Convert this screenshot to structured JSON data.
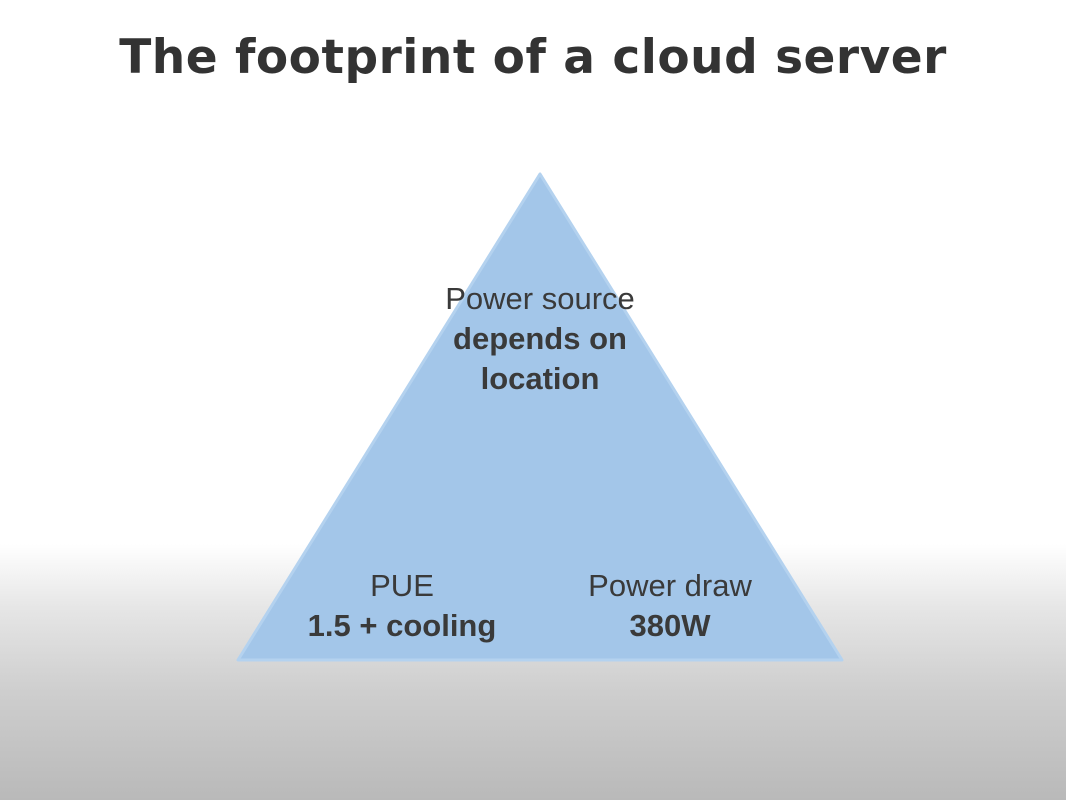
{
  "slide": {
    "title": "The footprint of a cloud server"
  },
  "pyramid": {
    "color": "#a3c6e9",
    "top": {
      "name": "Power source",
      "value": "depends on location"
    },
    "bottom_left": {
      "name": "PUE",
      "value": "1.5 + cooling"
    },
    "bottom_right": {
      "name": "Power draw",
      "value": "380W"
    }
  }
}
